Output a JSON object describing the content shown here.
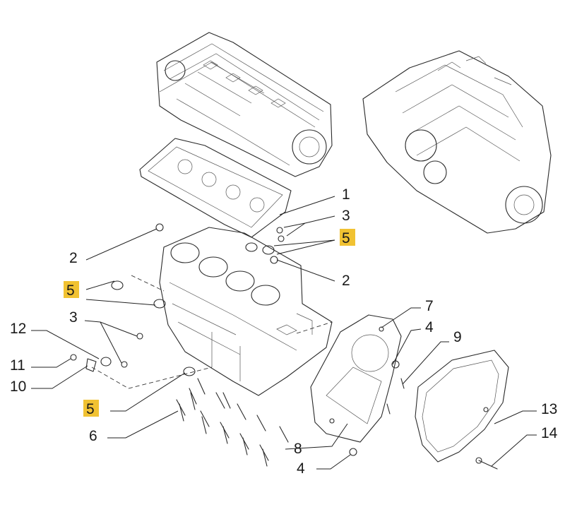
{
  "colors": {
    "highlight": "#f1c232",
    "line": "#2a2a2a"
  },
  "callouts": [
    {
      "id": "c1",
      "label": "1",
      "highlighted": false
    },
    {
      "id": "c3a",
      "label": "3",
      "highlighted": false
    },
    {
      "id": "c5a",
      "label": "5",
      "highlighted": true
    },
    {
      "id": "c2a",
      "label": "2",
      "highlighted": false
    },
    {
      "id": "c2b",
      "label": "2",
      "highlighted": false
    },
    {
      "id": "c5b",
      "label": "5",
      "highlighted": true
    },
    {
      "id": "c3b",
      "label": "3",
      "highlighted": false
    },
    {
      "id": "c12",
      "label": "12",
      "highlighted": false
    },
    {
      "id": "c11",
      "label": "11",
      "highlighted": false
    },
    {
      "id": "c10",
      "label": "10",
      "highlighted": false
    },
    {
      "id": "c5c",
      "label": "5",
      "highlighted": true
    },
    {
      "id": "c6",
      "label": "6",
      "highlighted": false
    },
    {
      "id": "c7",
      "label": "7",
      "highlighted": false
    },
    {
      "id": "c4a",
      "label": "4",
      "highlighted": false
    },
    {
      "id": "c9",
      "label": "9",
      "highlighted": false
    },
    {
      "id": "c8",
      "label": "8",
      "highlighted": false
    },
    {
      "id": "c4b",
      "label": "4",
      "highlighted": false
    },
    {
      "id": "c13",
      "label": "13",
      "highlighted": false
    },
    {
      "id": "c14",
      "label": "14",
      "highlighted": false
    }
  ]
}
